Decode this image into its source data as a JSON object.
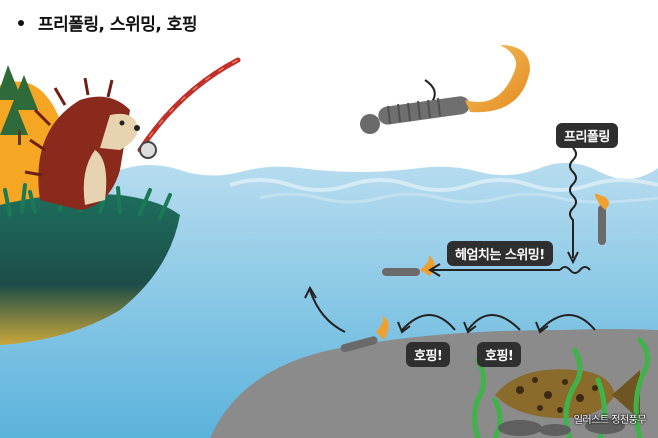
{
  "title": "프리폴링, 스위밍, 호핑",
  "labels": {
    "free_falling": "프리폴링",
    "swimming": "헤엄치는 스위밍!",
    "hopping_1": "호핑!",
    "hopping_2": "호핑!"
  },
  "credit": "일러스트 정천풍무",
  "colors": {
    "sky": "#ffffff",
    "water_top": "#a9d4ec",
    "water_bottom": "#5fb4dc",
    "sea_floor": "#8d8d8d",
    "lure_tail": "#f0a030",
    "label_bg": "#2f2f2f",
    "hill": "#f5a623",
    "grass": "#1e5a4a"
  }
}
